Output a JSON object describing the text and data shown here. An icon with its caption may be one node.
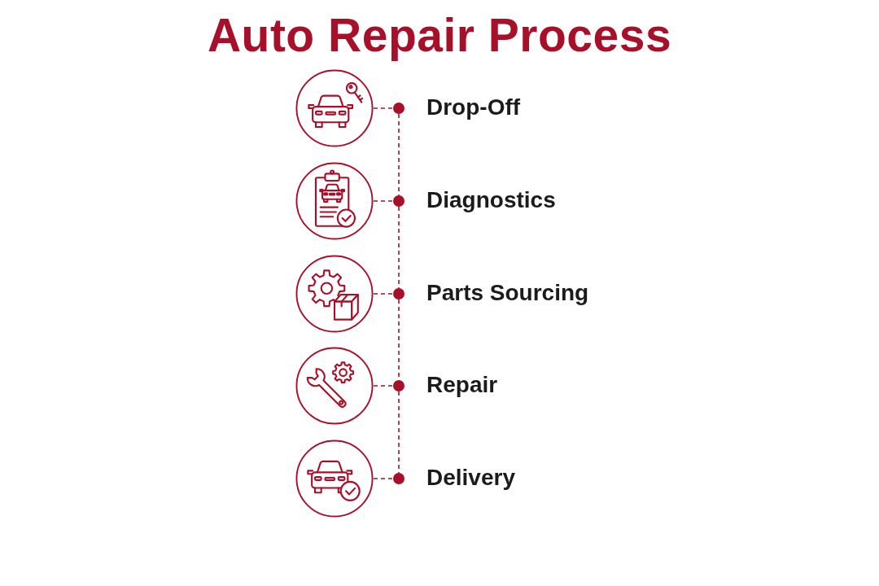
{
  "diagram": {
    "title": "Auto Repair Process",
    "nodes": [
      {
        "text": [],
        "shape": "picture"
      },
      {
        "text": [],
        "shape": "circle",
        "beside": [
          "Drop-Off"
        ]
      },
      {
        "text": [],
        "shape": "picture"
      },
      {
        "text": [],
        "shape": "circle",
        "beside": [
          "Diagnostics"
        ]
      },
      {
        "text": [],
        "shape": "picture"
      },
      {
        "text": [],
        "shape": "circle",
        "beside": [
          "Parts Sourcing"
        ]
      },
      {
        "text": [],
        "shape": "picture"
      },
      {
        "text": [],
        "shape": "circle",
        "beside": [
          "Repair"
        ]
      },
      {
        "text": [],
        "shape": "picture"
      },
      {
        "text": [],
        "shape": "circle",
        "beside": [
          "Delivery"
        ]
      }
    ],
    "edges": [
      {
        "from": 0,
        "to": 1,
        "arrow": "none",
        "style": "dashed"
      },
      {
        "from": 1,
        "to": 3,
        "arrow": "none",
        "style": "dashed"
      },
      {
        "from": 2,
        "to": 3,
        "arrow": "none",
        "style": "dashed"
      },
      {
        "from": 3,
        "to": 5,
        "arrow": "none",
        "style": "dashed"
      },
      {
        "from": 4,
        "to": 5,
        "arrow": "none",
        "style": "dashed"
      },
      {
        "from": 5,
        "to": 7,
        "arrow": "none",
        "style": "dashed"
      },
      {
        "from": 6,
        "to": 7,
        "arrow": "none",
        "style": "dashed"
      },
      {
        "from": 7,
        "to": 9,
        "arrow": "none",
        "style": "dashed"
      },
      {
        "from": 8,
        "to": 9,
        "arrow": "none",
        "style": "dashed"
      }
    ]
  }
}
